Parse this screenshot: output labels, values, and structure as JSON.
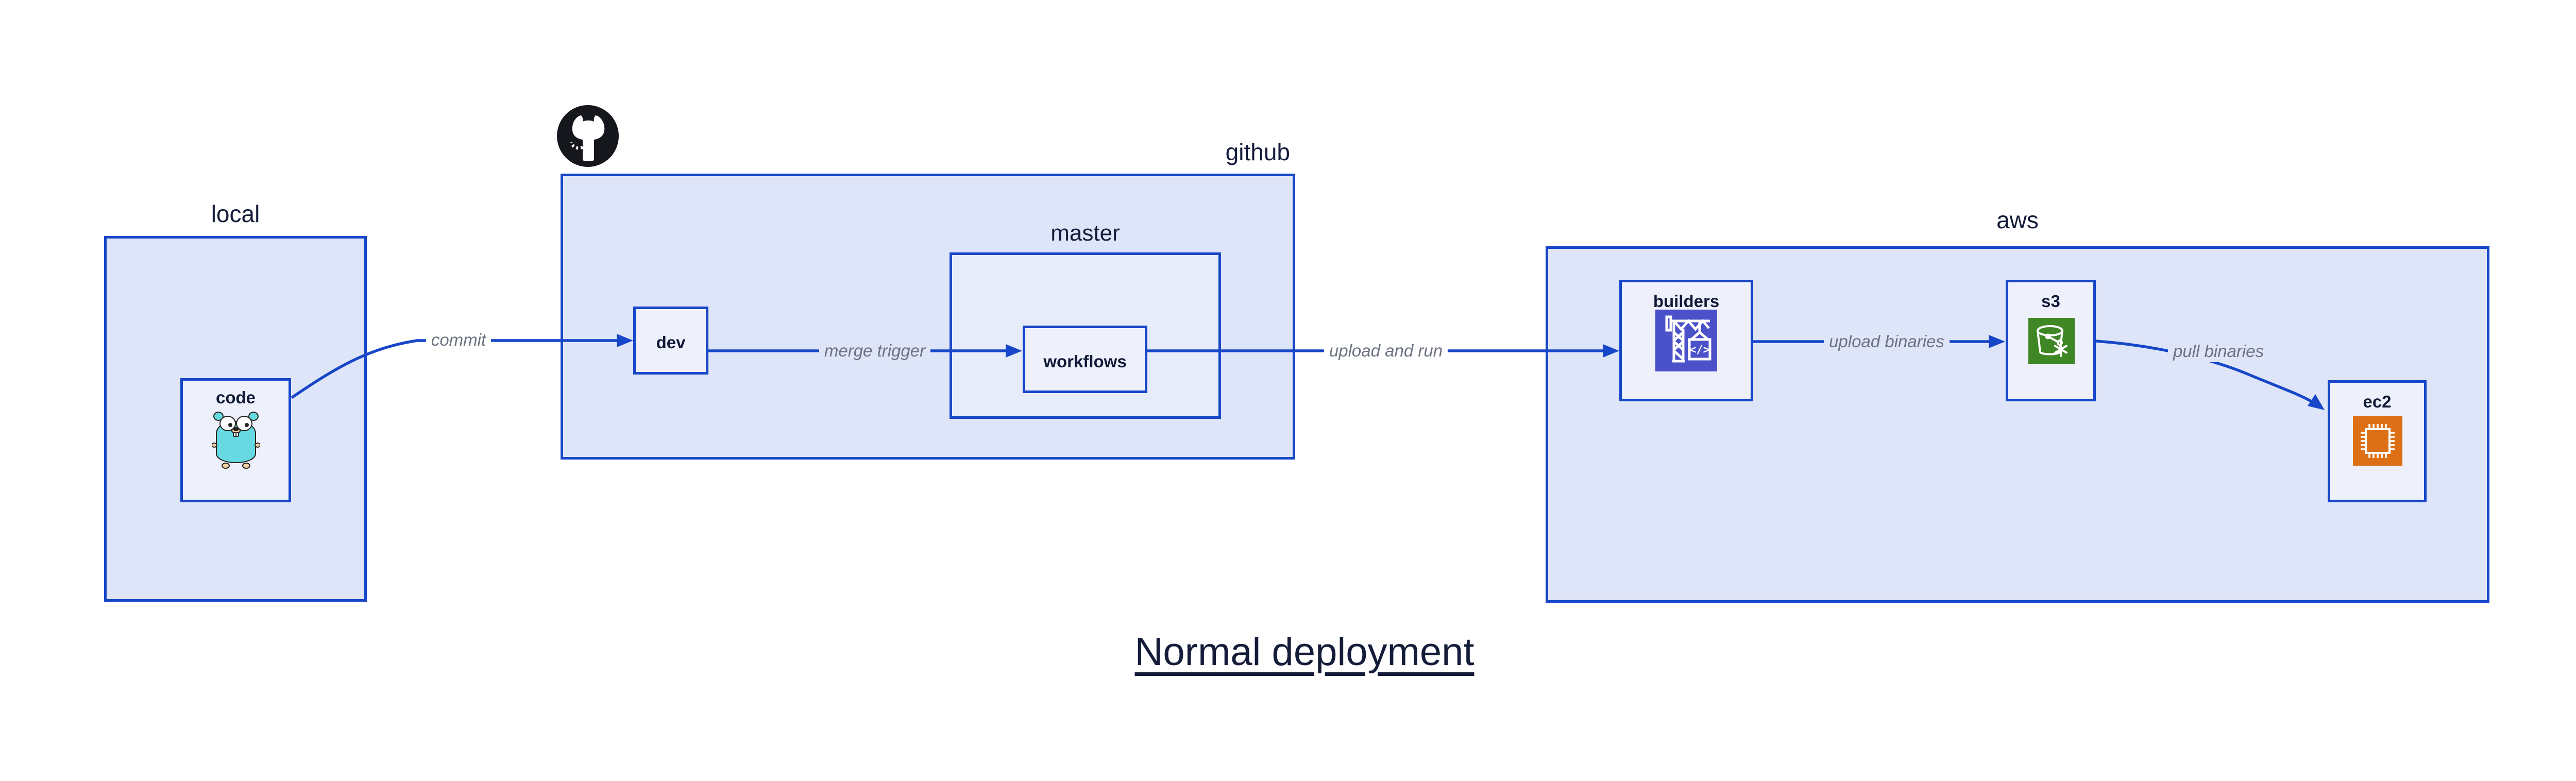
{
  "title": {
    "text": "Normal deployment"
  },
  "groups": {
    "local": {
      "label": "local"
    },
    "github": {
      "label": "github"
    },
    "master": {
      "label": "master"
    },
    "aws": {
      "label": "aws"
    }
  },
  "nodes": {
    "code": {
      "label": "code"
    },
    "dev": {
      "label": "dev"
    },
    "workflows": {
      "label": "workflows"
    },
    "builders": {
      "label": "builders"
    },
    "s3": {
      "label": "s3"
    },
    "ec2": {
      "label": "ec2"
    }
  },
  "edges": {
    "commit": {
      "label": "commit"
    },
    "merge_trigger": {
      "label": "merge trigger"
    },
    "upload_and_run": {
      "label": "upload and run"
    },
    "upload_binaries": {
      "label": "upload binaries"
    },
    "pull_binaries": {
      "label": "pull binaries"
    }
  },
  "icons": {
    "github_octocat": "github-octocat-icon",
    "go_gopher": "go-gopher-icon",
    "codebuild_crane": "codebuild-crane-icon",
    "codebuild_glyph": "</>",
    "s3_bucket": "s3-glacier-bucket-icon",
    "ec2_chip": "ec2-chip-icon"
  },
  "colors": {
    "accent_blue": "#1747c8",
    "group_fill": "#dfe5f8",
    "master_fill": "#e7ecfa",
    "node_fill": "#eef1fc",
    "navy_text": "#141c3a",
    "gray_label": "#6b7280",
    "builders_icon": "#4b51c8",
    "s3_icon": "#3f8624",
    "ec2_icon": "#dd6f16",
    "octocat_black": "#15171c",
    "gopher_teal": "#66d9e2"
  }
}
